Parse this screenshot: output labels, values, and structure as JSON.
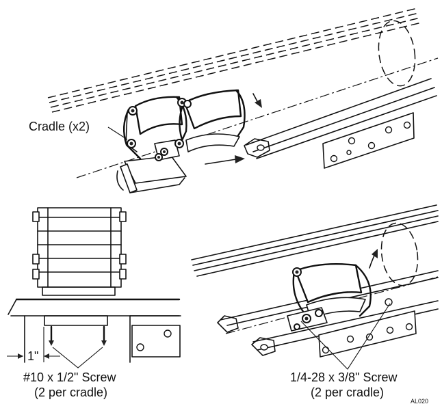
{
  "labels": {
    "cradle": "Cradle (x2)",
    "spacing": "1\"",
    "screw_left_line1": "#10 x 1/2\" Screw",
    "screw_left_line2": "(2 per cradle)",
    "screw_right_line1": "1/4-28 x 3/8\" Screw",
    "screw_right_line2": "(2 per cradle)",
    "figure_code": "AL020"
  }
}
